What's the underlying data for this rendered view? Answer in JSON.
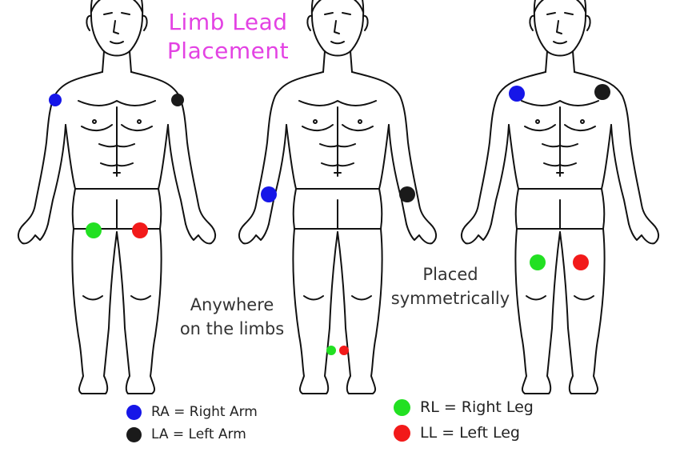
{
  "title": [
    "Limb Lead",
    "Placement"
  ],
  "notes": {
    "anywhere": [
      "Anywhere",
      "on the limbs"
    ],
    "symmetric": [
      "Placed",
      "symmetrically"
    ]
  },
  "colors": {
    "RA": "#1616e8",
    "LA": "#1a1a1a",
    "RL": "#22e022",
    "LL": "#f21a1a",
    "title": "#e342e3"
  },
  "legend": {
    "arms": [
      {
        "code": "RA",
        "label": "RA = Right Arm"
      },
      {
        "code": "LA",
        "label": "LA = Left Arm"
      }
    ],
    "legs": [
      {
        "code": "RL",
        "label": "RL = Right Leg"
      },
      {
        "code": "LL",
        "label": "LL = Left Leg"
      }
    ]
  },
  "figures": [
    {
      "name": "figure-shoulders-thighs",
      "electrodes": [
        "RA",
        "LA",
        "RL",
        "LL"
      ]
    },
    {
      "name": "figure-wrists-ankles",
      "electrodes": [
        "RA",
        "LA",
        "RL",
        "LL"
      ]
    },
    {
      "name": "figure-symmetric",
      "electrodes": [
        "RA",
        "LA",
        "RL",
        "LL"
      ]
    }
  ]
}
